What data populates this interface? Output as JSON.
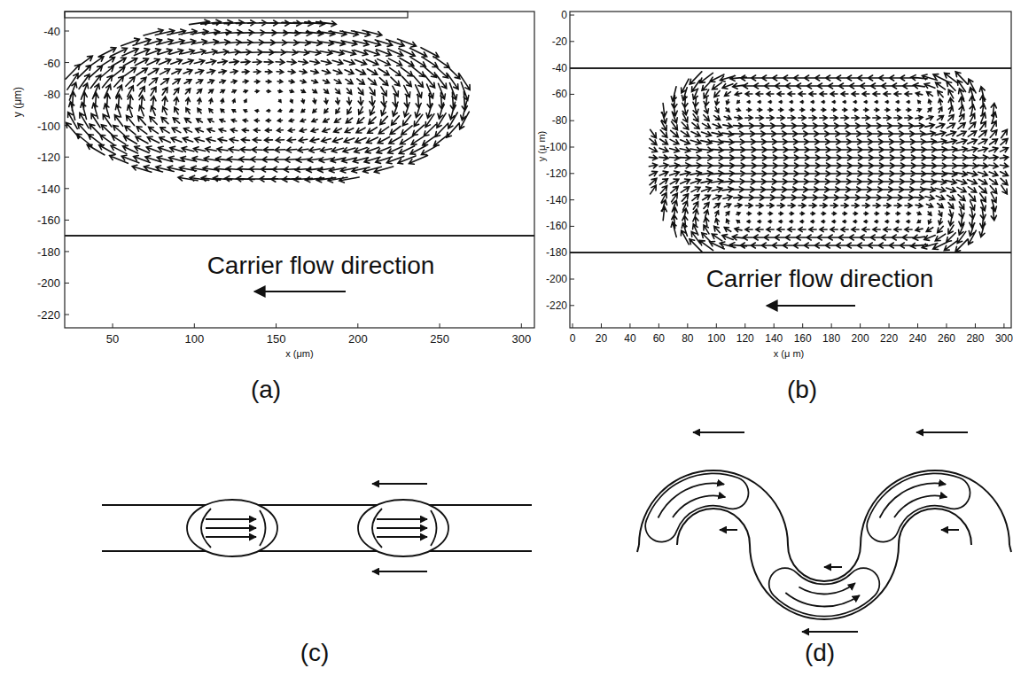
{
  "diagram": {
    "labels": [
      "-40",
      "-60",
      "-80",
      "-100",
      "-120",
      "-140",
      "-160",
      "-180",
      "-200",
      "-220",
      "y (μm)",
      "50",
      "100",
      "150",
      "200",
      "250",
      "300",
      "x (μm)",
      "Carrier flow direction",
      "(a)",
      "0",
      "-20",
      "-40",
      "-60",
      "-80",
      "-100",
      "-120",
      "-140",
      "-160",
      "-180",
      "-200",
      "-220",
      "y (μ m)",
      "0",
      "20",
      "40",
      "60",
      "80",
      "100",
      "120",
      "140",
      "160",
      "180",
      "200",
      "220",
      "240",
      "260",
      "280",
      "300",
      "x (μ m)",
      "Carrier flow direction",
      "(b)",
      "(c)",
      "(d)"
    ]
  }
}
